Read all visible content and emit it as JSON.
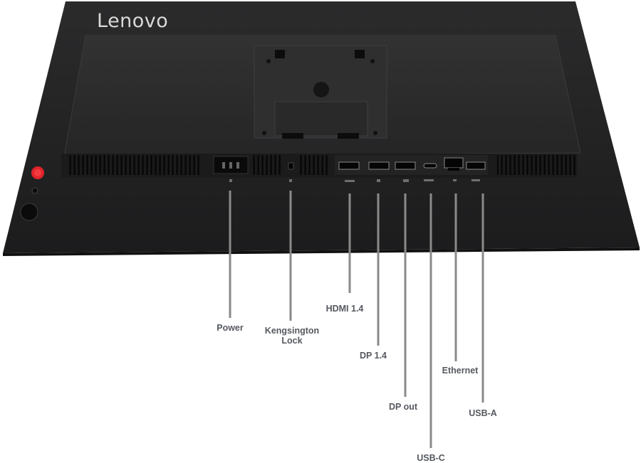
{
  "brand": {
    "logo_text": "Lenovo"
  },
  "ports": [
    {
      "id": "power",
      "label": "Power"
    },
    {
      "id": "kensington",
      "label": "Kengsington\nLock"
    },
    {
      "id": "hdmi",
      "label": "HDMI 1.4"
    },
    {
      "id": "dp-in",
      "label": "DP 1.4"
    },
    {
      "id": "dp-out",
      "label": "DP out"
    },
    {
      "id": "usb-c",
      "label": "USB-C"
    },
    {
      "id": "ethernet",
      "label": "Ethernet"
    },
    {
      "id": "usb-a",
      "label": "USB-A"
    }
  ],
  "colors": {
    "body": "#1f1f20",
    "panel": "#2a2a2b",
    "leader_line": "#8a8a8a",
    "label_text": "#55595f",
    "power_button": "#e0242b"
  }
}
